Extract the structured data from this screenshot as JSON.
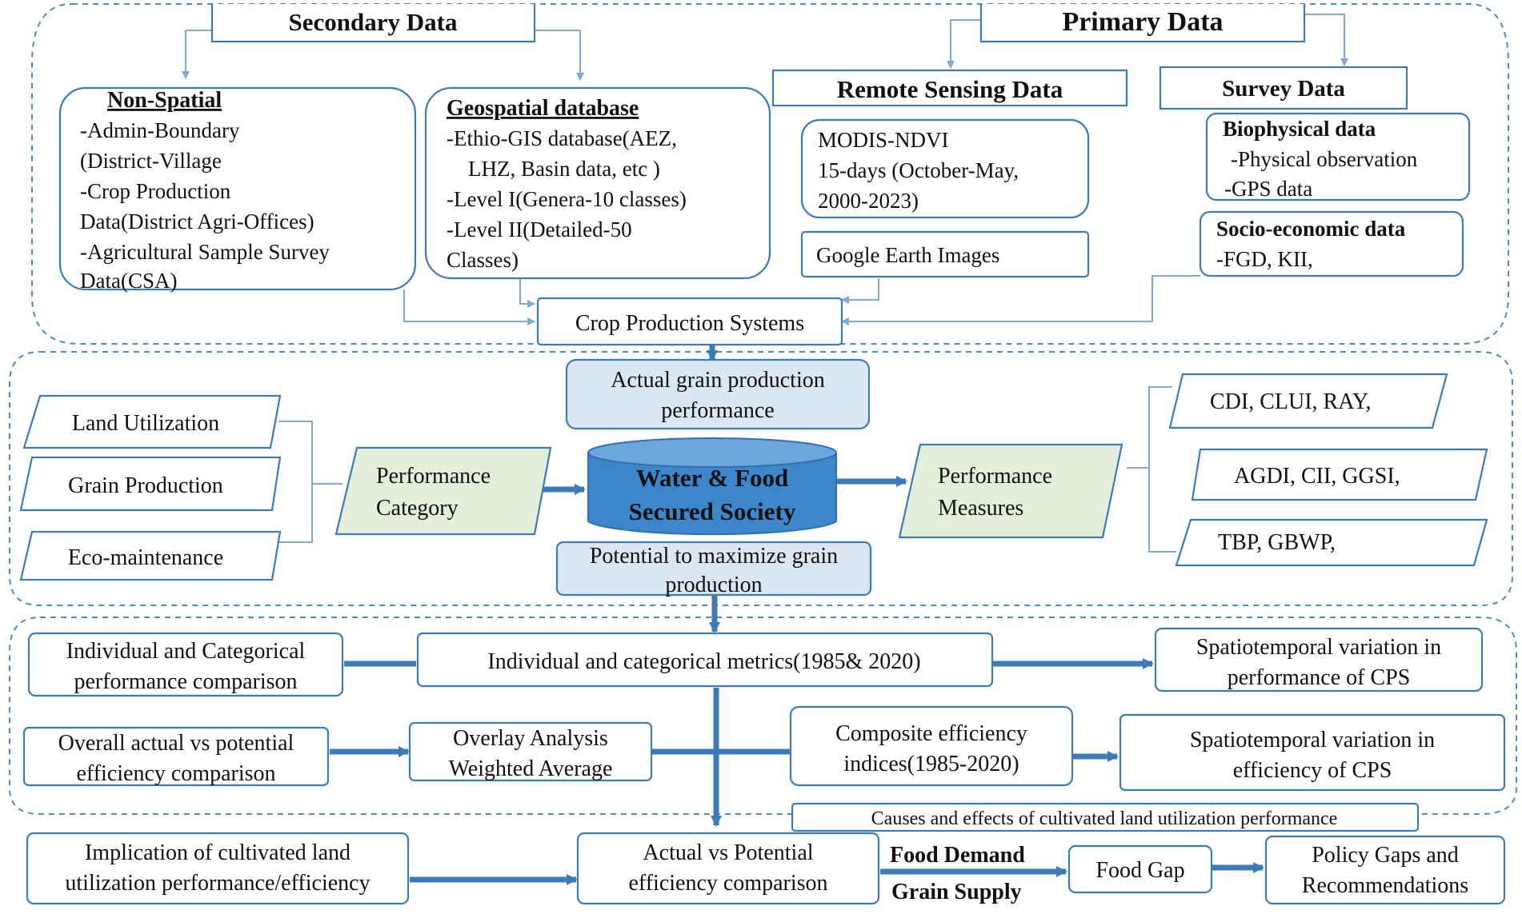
{
  "secondary": {
    "title": "Secondary Data",
    "non_spatial": {
      "title": "Non-Spatial",
      "lines": [
        "-Admin-Boundary",
        "(District-Village",
        "-Crop Production",
        "Data(District Agri-Offices)",
        "-Agricultural Sample Survey",
        "Data(CSA)"
      ]
    },
    "geospatial": {
      "title": "Geospatial database",
      "lines": [
        "-Ethio-GIS database(AEZ,",
        "LHZ, Basin data, etc )",
        "-Level I(Genera-10 classes)",
        "-Level II(Detailed-50",
        "Classes)"
      ]
    }
  },
  "primary": {
    "title": "Primary Data",
    "remote_sensing": {
      "title": "Remote Sensing Data",
      "modis_lines": [
        "MODIS-NDVI",
        "15-days (October-May,",
        "2000-2023)"
      ],
      "google": "Google Earth Images"
    },
    "survey": {
      "title": "Survey Data",
      "biophysical": {
        "title": "Biophysical data",
        "lines": [
          "-Physical observation",
          "-GPS data"
        ]
      },
      "socio": {
        "title": "Socio-economic data",
        "lines": [
          "-FGD, KII,"
        ]
      }
    }
  },
  "crop_production_systems": "Crop Production Systems",
  "middle": {
    "actual_performance": [
      "Actual grain production",
      "performance"
    ],
    "categories": [
      "Land Utilization",
      "Grain Production",
      "Eco-maintenance"
    ],
    "performance_category": [
      "Performance",
      "Category"
    ],
    "center": [
      "Water & Food",
      "Secured Society"
    ],
    "performance_measures": [
      "Performance",
      "Measures"
    ],
    "measures": [
      "CDI, CLUI, RAY,",
      "AGDI, CII, GGSI,",
      "TBP, GBWP,"
    ],
    "potential": [
      "Potential to maximize grain",
      "production"
    ]
  },
  "lower": {
    "indiv_comparison": [
      "Individual and Categorical",
      "performance comparison"
    ],
    "metrics": "Individual and categorical metrics(1985& 2020)",
    "spatio_performance": [
      "Spatiotemporal variation in",
      "performance of CPS"
    ],
    "overall_comparison": [
      "Overall actual vs potential",
      "efficiency comparison"
    ],
    "overlay": [
      "Overlay Analysis",
      "Weighted Average"
    ],
    "composite": [
      "Composite efficiency",
      "indices(1985-2020)"
    ],
    "spatio_efficiency": [
      "Spatiotemporal variation in",
      "efficiency of CPS"
    ],
    "causes": "Causes and effects of cultivated land utilization performance"
  },
  "bottom": {
    "implication": [
      "Implication of cultivated land",
      "utilization performance/efficiency"
    ],
    "actual_vs_potential": [
      "Actual vs Potential",
      "efficiency comparison"
    ],
    "food_demand": "Food Demand",
    "grain_supply": "Grain Supply",
    "food_gap": "Food Gap",
    "policy": [
      "Policy Gaps and",
      "Recommendations"
    ]
  },
  "colors": {
    "border": "#3d7ab8",
    "light_blue_fill": "#dbe8f4",
    "green_fill": "#e3efd8",
    "cylinder": "#3d86cc",
    "connector": "#7fa9d3"
  }
}
